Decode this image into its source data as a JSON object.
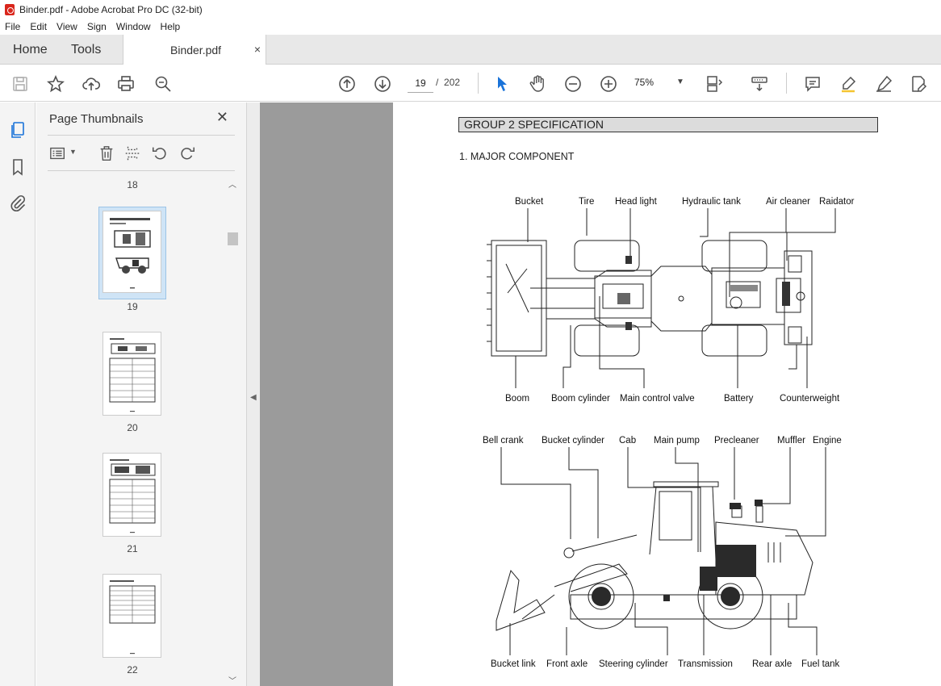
{
  "window": {
    "title": "Binder.pdf - Adobe Acrobat Pro DC (32-bit)"
  },
  "menu": [
    "File",
    "Edit",
    "View",
    "Sign",
    "Window",
    "Help"
  ],
  "tabs": {
    "home": "Home",
    "tools": "Tools",
    "doc": "Binder.pdf",
    "close": "×"
  },
  "toolbar": {
    "current_page": "19",
    "page_sep": "/",
    "total_pages": "202",
    "zoom": "75%"
  },
  "panel": {
    "title": "Page Thumbnails",
    "thumbs": [
      {
        "label": "18"
      },
      {
        "label": "19"
      },
      {
        "label": "20"
      },
      {
        "label": "21"
      },
      {
        "label": "22"
      }
    ]
  },
  "doc": {
    "group_title": "GROUP  2  SPECIFICATION",
    "section": "1. MAJOR COMPONENT",
    "top_labels": [
      "Bucket",
      "Tire",
      "Head light",
      "Hydraulic tank",
      "Air cleaner",
      "Raidator"
    ],
    "mid_labels": [
      "Boom",
      "Boom cylinder",
      "Main control valve",
      "Battery",
      "Counterweight"
    ],
    "side_labels": [
      "Bell crank",
      "Bucket cylinder",
      "Cab",
      "Main pump",
      "Precleaner",
      "Muffler",
      "Engine"
    ],
    "bottom_labels": [
      "Bucket link",
      "Front axle",
      "Steering cylinder",
      "Transmission",
      "Rear axle",
      "Fuel tank"
    ]
  }
}
